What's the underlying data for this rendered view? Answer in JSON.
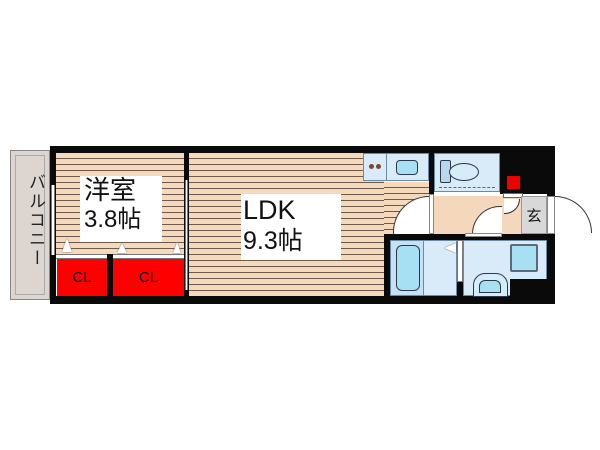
{
  "floorplan": {
    "balcony": {
      "label": "バルコニー"
    },
    "rooms": [
      {
        "id": "western-room",
        "name": "洋室",
        "size": "3.8帖"
      },
      {
        "id": "ldk",
        "name": "LDK",
        "size": "9.3帖"
      },
      {
        "id": "entrance",
        "name": "玄"
      }
    ],
    "closets": [
      {
        "label": "CL"
      },
      {
        "label": "CL"
      }
    ],
    "colors": {
      "wall": "#0a0a0a",
      "wood_floor": "#f4d9bd",
      "closet": "#ff0000",
      "wet_area": "#d9ebf8",
      "fixture": "#a8e0f3",
      "balcony": "#ddd5cf",
      "entrance": "#d8d8d8",
      "meter": "#ee0000"
    }
  }
}
